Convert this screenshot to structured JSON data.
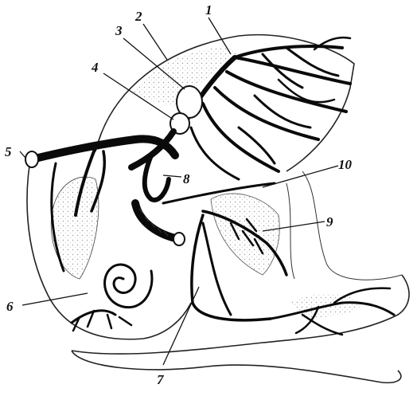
{
  "labels": {
    "l1": "1",
    "l2": "2",
    "l3": "3",
    "l4": "4",
    "l5": "5",
    "l6": "6",
    "l7": "7",
    "l8": "8",
    "l9": "9",
    "l10": "10"
  },
  "colors": {
    "ink": "#111111",
    "stipple": "#c8c8c8",
    "background": "#ffffff"
  }
}
